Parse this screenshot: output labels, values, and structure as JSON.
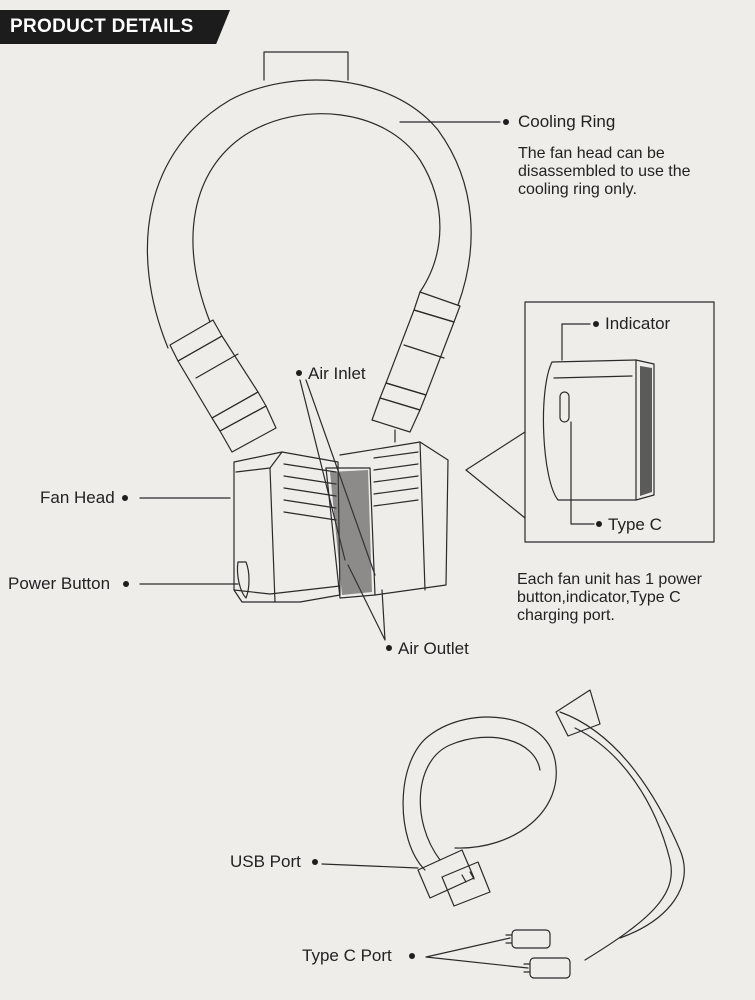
{
  "header": {
    "title": "PRODUCT DETAILS"
  },
  "labels": {
    "cooling_ring": "Cooling Ring",
    "cooling_ring_desc": [
      "The fan head can be",
      "disassembled to use the",
      "cooling ring only."
    ],
    "indicator": "Indicator",
    "type_c": "Type C",
    "air_inlet": "Air Inlet",
    "fan_head": "Fan Head",
    "power_button": "Power Button",
    "air_outlet": "Air Outlet",
    "fan_unit_desc": [
      "Each fan unit has 1 power",
      "button,indicator,Type C",
      "charging port."
    ],
    "usb_port": "USB Port",
    "type_c_port": "Type C Port"
  },
  "colors": {
    "background": "#efedea",
    "header": "#1c1c1c",
    "line": "#2a2a2a"
  }
}
